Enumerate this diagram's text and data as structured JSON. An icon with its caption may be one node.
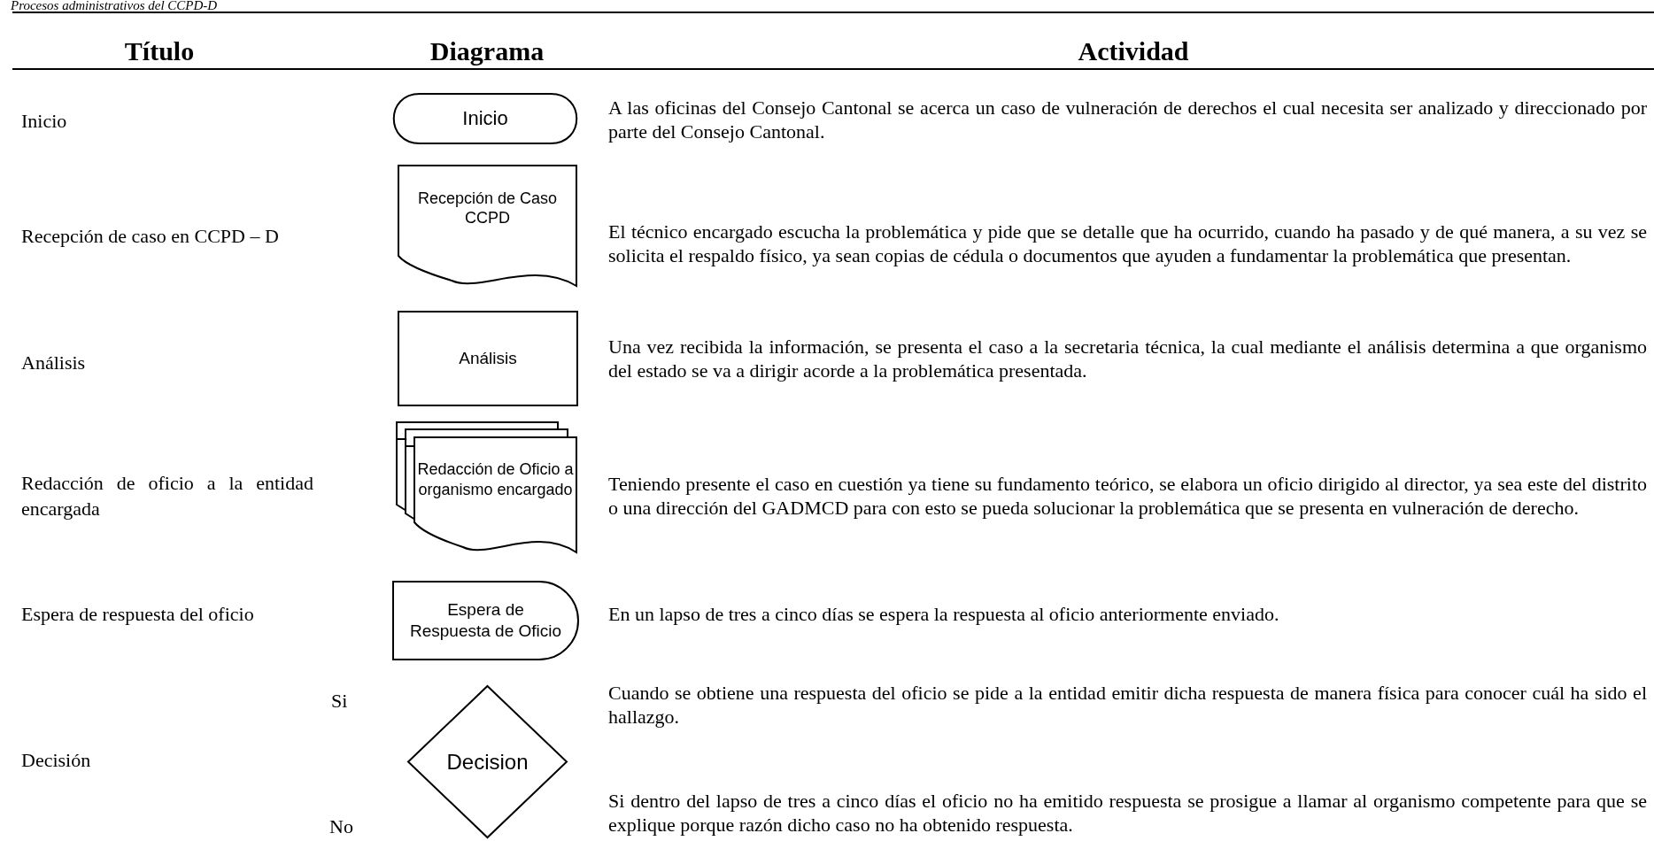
{
  "diagram": {
    "title": "Procesos administrativos del CCPD-D",
    "nodes": [
      {
        "text": [
          "Inicio"
        ]
      },
      {
        "text": [
          "Recepción de Caso CCPD"
        ]
      },
      {
        "text": [
          "Análisis"
        ]
      },
      {
        "text": [
          "Redacción de Oficio a organismo encargado"
        ]
      },
      {
        "text": [
          "Espera de Respuesta de Oficio"
        ]
      },
      {
        "text": [
          "Decision"
        ]
      }
    ],
    "labels": [
      "Título",
      "Diagrama",
      "Actividad",
      "Inicio",
      "A las oficinas del Consejo Cantonal se acerca un caso de vulneración de derechos el cual necesita ser analizado y direccionado por parte del Consejo Cantonal.",
      "Recepción de caso en CCPD – D",
      "El técnico encargado escucha la problemática y pide que se detalle que ha ocurrido, cuando ha pasado y de qué manera, a su vez se solicita el respaldo físico, ya sean copias de cédula o documentos que ayuden a fundamentar la problemática que presentan.",
      "Análisis",
      "Una vez recibida la información, se presenta el caso a la secretaria técnica, la cual mediante el análisis determina a que organismo del estado se va a dirigir acorde a la problemática presentada.",
      "Redacción de oficio a la entidad encargada",
      "Teniendo presente el caso en cuestión ya tiene su fundamento teórico, se elabora un oficio dirigido al director, ya sea este del distrito o una dirección del GADMCD para con esto se pueda solucionar la problemática que se presenta en vulneración de derecho.",
      "Espera de respuesta del oficio",
      "En un lapso de tres a cinco días se espera la respuesta al oficio anteriormente enviado.",
      "Si",
      "Cuando se obtiene una respuesta del oficio se pide a la entidad emitir dicha respuesta de manera física para conocer cuál ha sido el hallazgo.",
      "Decisión",
      "No",
      "Si dentro del lapso de tres a cinco días el oficio no ha emitido respuesta se prosigue a llamar al organismo competente para que se explique porque razón dicho caso no ha obtenido respuesta."
    ]
  }
}
